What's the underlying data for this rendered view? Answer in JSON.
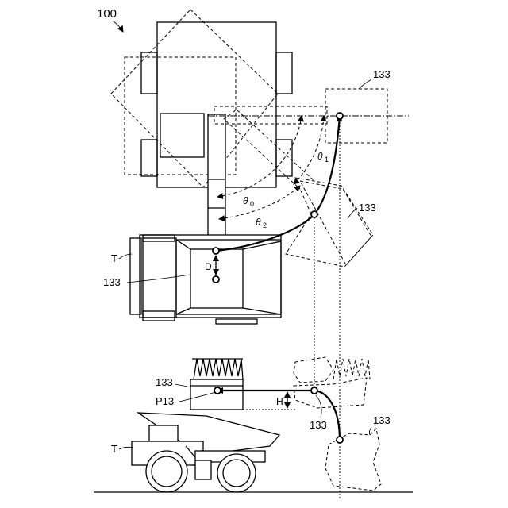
{
  "figure": {
    "reference_number": "100",
    "labels": {
      "controller_ref_top": "133",
      "controller_ref_rotated": "133",
      "controller_ref_mid": "133",
      "controller_ref_side": "133",
      "controller_ref_lower": "133",
      "controller_ref_dashed_lower": "133",
      "truck_ref_top": "T",
      "truck_ref_side": "T",
      "distance_label": "D",
      "height_label": "H",
      "position_label": "P13"
    },
    "angles": {
      "theta0": "θ",
      "theta0_sub": "0",
      "theta1": "θ",
      "theta1_sub": "1",
      "theta2": "θ",
      "theta2_sub": "2"
    }
  }
}
